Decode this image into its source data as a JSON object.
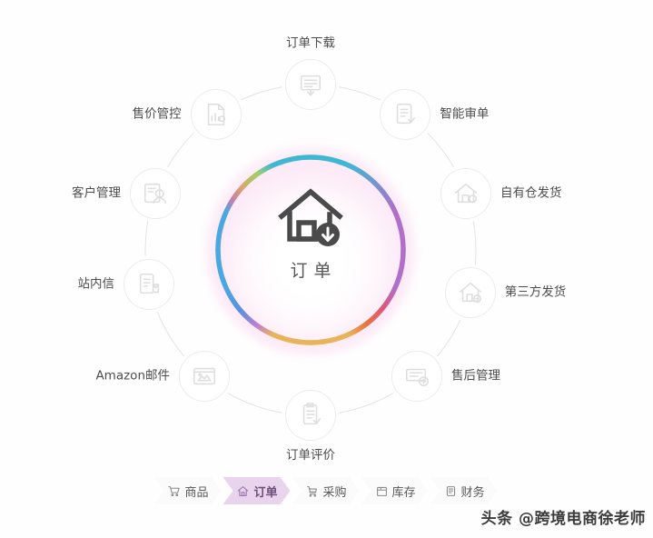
{
  "center": {
    "label": "订单",
    "icon": "house-download-icon"
  },
  "nodes": [
    {
      "label": "订单下载",
      "icon": "download-box-icon",
      "angle": -90,
      "side": "top"
    },
    {
      "label": "智能审单",
      "icon": "clipboard-check-icon",
      "angle": -55,
      "side": "right"
    },
    {
      "label": "自有仓发货",
      "icon": "home-warehouse-icon",
      "angle": -20,
      "side": "right"
    },
    {
      "label": "第三方发货",
      "icon": "home-third-icon",
      "angle": 15,
      "side": "right"
    },
    {
      "label": "售后管理",
      "icon": "aftersale-icon",
      "angle": 50,
      "side": "right"
    },
    {
      "label": "订单评价",
      "icon": "review-icon",
      "angle": 90,
      "side": "bottom"
    },
    {
      "label": "Amazon邮件",
      "icon": "mail-image-icon",
      "angle": 130,
      "side": "left"
    },
    {
      "label": "站内信",
      "icon": "message-icon",
      "angle": 168,
      "side": "left"
    },
    {
      "label": "客户管理",
      "icon": "customer-icon",
      "angle": 200,
      "side": "left"
    },
    {
      "label": "售价管控",
      "icon": "price-chart-icon",
      "angle": 235,
      "side": "left"
    }
  ],
  "ring": {
    "colors": [
      "#3fb7d4",
      "#8fd06a",
      "#c9b86a",
      "#e88c8c",
      "#e0567a",
      "#b06fc9",
      "#5b8fe0",
      "#4aa8e0",
      "#a97ad0",
      "#e06a5a",
      "#e8a05a",
      "#e8cf7a",
      "#c47fd0",
      "#8f62c9",
      "#3fb7d4"
    ]
  },
  "tabs": [
    {
      "label": "商品",
      "icon": "cart-icon",
      "underline": "#f0b7a8",
      "active": false
    },
    {
      "label": "订单",
      "icon": "home-icon",
      "underline": "#c9a3d4",
      "active": true,
      "fill": "#e8d4ec"
    },
    {
      "label": "采购",
      "icon": "purchase-icon",
      "underline": "#f0e0b0",
      "active": false
    },
    {
      "label": "库存",
      "icon": "box-icon",
      "underline": "#dfe8e0",
      "active": false
    },
    {
      "label": "财务",
      "icon": "finance-icon",
      "underline": "#b8d4ee",
      "active": false
    }
  ],
  "watermark": "头条 @跨境电商徐老师"
}
